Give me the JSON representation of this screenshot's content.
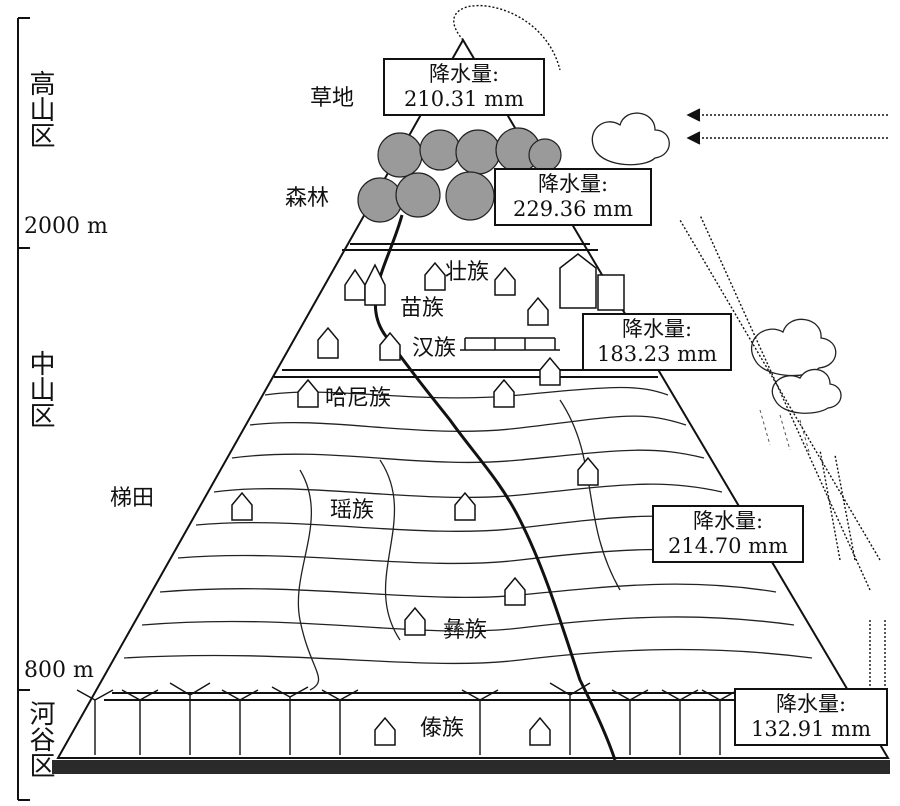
{
  "elevation_zones": [
    {
      "id": "high",
      "label": "高山区"
    },
    {
      "id": "mid",
      "label": "中山区"
    },
    {
      "id": "valley",
      "label": "河谷区"
    }
  ],
  "elevation_marks": {
    "upper": "2000 m",
    "lower": "800 m"
  },
  "vegetation": {
    "grassland": "草地",
    "forest": "森林",
    "terraces": "梯田"
  },
  "ethnic_groups": {
    "zhuang": "壮族",
    "miao": "苗族",
    "han": "汉族",
    "hani": "哈尼族",
    "yao": "瑶族",
    "yi": "彝族",
    "dai": "傣族"
  },
  "precipitation": [
    {
      "id": "summit",
      "title": "降水量:",
      "value": "210.31 mm"
    },
    {
      "id": "forest",
      "title": "降水量:",
      "value": "229.36 mm"
    },
    {
      "id": "upper-mid",
      "title": "降水量:",
      "value": "183.23 mm"
    },
    {
      "id": "lower-mid",
      "title": "降水量:",
      "value": "214.70 mm"
    },
    {
      "id": "valley",
      "title": "降水量:",
      "value": "132.91 mm"
    }
  ],
  "colors": {
    "ink": "#111111",
    "ground": "#2a2a2a",
    "foliage": "#9a9a9a",
    "paper": "#ffffff"
  }
}
